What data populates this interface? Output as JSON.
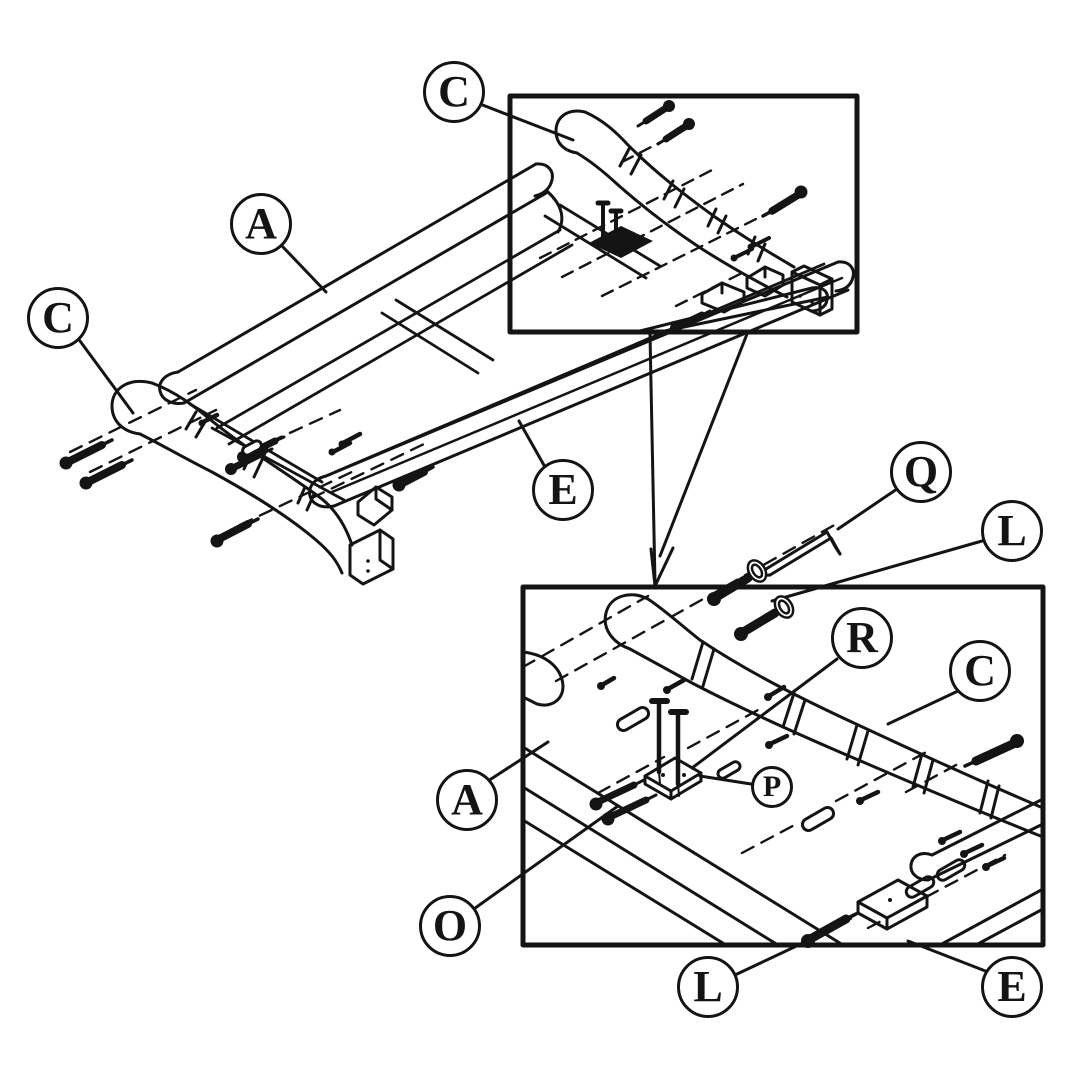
{
  "figure": {
    "type": "exploded-assembly-diagram",
    "background_color": "#ffffff",
    "line_color": "#141414",
    "part_labels_visible": [
      "A",
      "C",
      "E",
      "L",
      "O",
      "P",
      "Q",
      "R"
    ],
    "callouts": {
      "c_top": "C",
      "a_main": "A",
      "c_left": "C",
      "e_main": "E",
      "q": "Q",
      "l_top": "L",
      "r": "R",
      "c_detail": "C",
      "a_detail": "A",
      "p": "P",
      "o": "O",
      "l_bottom": "L",
      "e_bottom": "E"
    }
  }
}
